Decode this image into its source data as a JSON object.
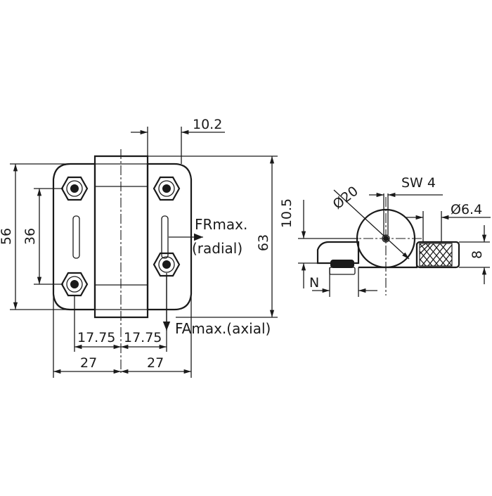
{
  "front_view": {
    "dim_top": "10.2",
    "dim_height_outer": "63",
    "dim_height_left": "56",
    "dim_hole_spacing": "36",
    "dim_half_width_left": "17.75",
    "dim_half_width_right": "17.75",
    "dim_width_left": "27",
    "dim_width_right": "27",
    "force_radial_line1": "FRmax.",
    "force_radial_line2": "(radial)",
    "force_axial": "FAmax.(axial)"
  },
  "side_view": {
    "dim_height": "10.5",
    "dim_diameter": "Ø20",
    "dim_wrench": "SW 4",
    "dim_bore": "Ø6.4",
    "dim_thickness": "8",
    "dim_n": "N"
  }
}
